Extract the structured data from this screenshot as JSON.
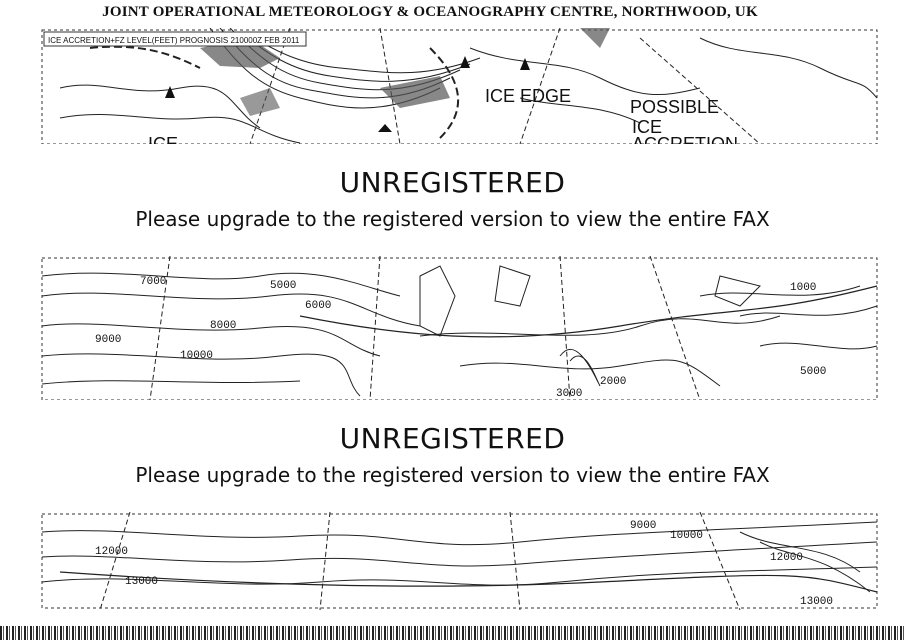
{
  "header": {
    "title": "JOINT OPERATIONAL METEOROLOGY & OCEANOGRAPHY CENTRE, NORTHWOOD, UK"
  },
  "chart_label": "ICE ACCRETION+FZ LEVEL(FEET) PROGNOSIS 210000Z FEB 2011",
  "map_top": {
    "labels": [
      "ICE EDGE",
      "POSSIBLE",
      "ICE",
      "ACCRETION",
      "ICE"
    ]
  },
  "map_middle": {
    "contour_labels": [
      "7000",
      "5000",
      "6000",
      "8000",
      "9000",
      "10000",
      "2000",
      "3000",
      "1000",
      "5000"
    ]
  },
  "map_bottom": {
    "contour_labels": [
      "12000",
      "13000",
      "9000",
      "10000",
      "12000",
      "13000"
    ]
  },
  "banners": [
    {
      "title": "UNREGISTERED",
      "subtitle": "Please upgrade to the registered version to view the entire FAX"
    },
    {
      "title": "UNREGISTERED",
      "subtitle": "Please upgrade to the registered version to view the entire FAX"
    }
  ]
}
